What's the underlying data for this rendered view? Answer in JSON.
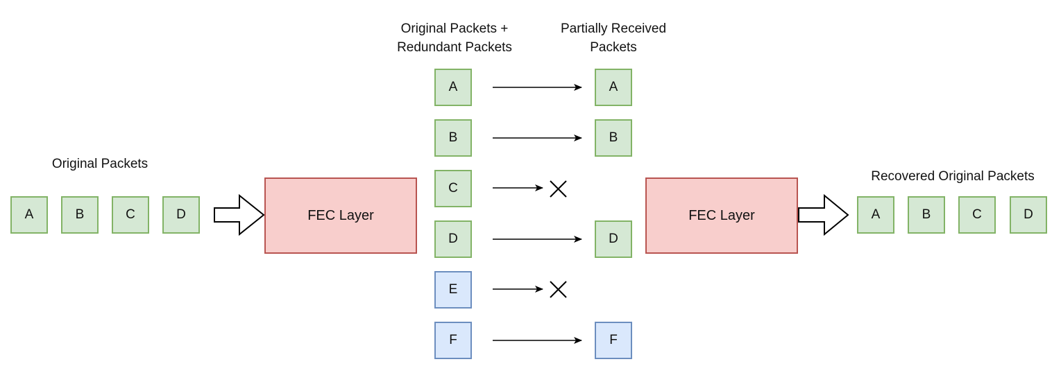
{
  "labels": {
    "original_packets": "Original Packets",
    "sent_line1": "Original Packets +",
    "sent_line2": "Redundant Packets",
    "received_line1": "Partially Received",
    "received_line2": "Packets",
    "recovered": "Recovered Original Packets"
  },
  "fec_encoder": "FEC Layer",
  "fec_decoder": "FEC Layer",
  "original_packets": [
    "A",
    "B",
    "C",
    "D"
  ],
  "sent_packets": [
    {
      "id": "A",
      "kind": "original",
      "received": true
    },
    {
      "id": "B",
      "kind": "original",
      "received": true
    },
    {
      "id": "C",
      "kind": "original",
      "received": false
    },
    {
      "id": "D",
      "kind": "original",
      "received": true
    },
    {
      "id": "E",
      "kind": "redundant",
      "received": false
    },
    {
      "id": "F",
      "kind": "redundant",
      "received": true
    }
  ],
  "recovered_packets": [
    "A",
    "B",
    "C",
    "D"
  ],
  "colors": {
    "original_fill": "#d5e8d4",
    "original_border": "#82b366",
    "redundant_fill": "#dae8fc",
    "redundant_border": "#6c8ebf",
    "fec_fill": "#f8cecc",
    "fec_border": "#b85450"
  }
}
